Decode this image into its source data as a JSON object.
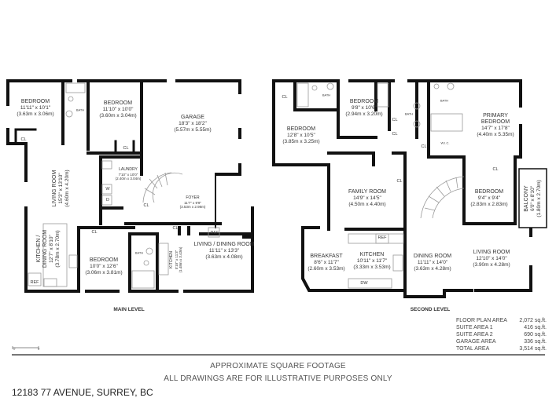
{
  "main_level": {
    "title": "MAIN LEVEL",
    "rooms": [
      {
        "name": "BEDROOM",
        "dims": "11'11\" x 10'1\"",
        "metric": "(3.63m x 3.06m)"
      },
      {
        "name": "BEDROOM",
        "dims": "11'10\" x 10'0\"",
        "metric": "(3.60m x 3.04m)"
      },
      {
        "name": "GARAGE",
        "dims": "18'3\" x 18'2\"",
        "metric": "(5.57m x 5.55m)"
      },
      {
        "name": "LAUNDRY",
        "dims": "7'10\" x 10'0\"",
        "metric": "(2.40m x 3.04m)"
      },
      {
        "name": "LIVING ROOM",
        "dims": "15'3\" x 13'10\"",
        "metric": "(4.60m x 4.20m)"
      },
      {
        "name": "FOYER",
        "dims": "11'7\" x 9'9\"",
        "metric": "(3.53m x 2.98m)"
      },
      {
        "name": "KITCHEN / DINING ROOM",
        "dims": "12'7\" x 8'10\"",
        "metric": "(3.78m x 2.70m)"
      },
      {
        "name": "BEDROOM",
        "dims": "10'0\" x 12'6\"",
        "metric": "(3.06m x 3.81m)"
      },
      {
        "name": "KITCHEN",
        "dims": "5'10\" x 11'3\"",
        "metric": "(1.48m x 3.43m)"
      },
      {
        "name": "LIVING / DINING ROOM",
        "dims": "11'11\" x 13'3\"",
        "metric": "(3.63m x 4.08m)"
      }
    ],
    "tags": {
      "closet": "CL",
      "bath": "BATH",
      "washer": "W",
      "dryer": "D",
      "fridge": "REF"
    }
  },
  "second_level": {
    "title": "SECOND LEVEL",
    "rooms": [
      {
        "name": "BEDROOM",
        "dims": "12'8\" x 10'5\"",
        "metric": "(3.85m x 3.25m)"
      },
      {
        "name": "BEDROOM",
        "dims": "9'8\" x 10'6\"",
        "metric": "(2.94m x 3.20m)"
      },
      {
        "name": "PRIMARY BEDROOM",
        "dims": "14'7\" x 17'8\"",
        "metric": "(4.40m x 5.35m)"
      },
      {
        "name": "FAMILY ROOM",
        "dims": "14'9\" x 14'5\"",
        "metric": "(4.50m x 4.40m)"
      },
      {
        "name": "BEDROOM",
        "dims": "9'4\" x 9'4\"",
        "metric": "(2.83m x 2.83m)"
      },
      {
        "name": "BALCONY",
        "dims": "6'0\" x 8'10\"",
        "metric": "(1.80m x 2.70m)"
      },
      {
        "name": "BREAKFAST",
        "dims": "8'6\" x 11'7\"",
        "metric": "(2.60m x 3.53m)"
      },
      {
        "name": "KITCHEN",
        "dims": "10'11\" x 11'7\"",
        "metric": "(3.33m x 3.53m)"
      },
      {
        "name": "DINING ROOM",
        "dims": "11'11\" x 14'0\"",
        "metric": "(3.63m x 4.28m)"
      },
      {
        "name": "LIVING ROOM",
        "dims": "12'10\" x 14'0\"",
        "metric": "(3.90m x 4.28m)"
      }
    ],
    "tags": {
      "closet": "CL",
      "bath": "BATH",
      "wic": "W.I.C.",
      "fridge": "REF",
      "dishwasher": "DW"
    }
  },
  "areas": [
    {
      "label": "FLOOR PLAN AREA",
      "value": "2,072 sq.ft."
    },
    {
      "label": "SUITE AREA 1",
      "value": "416 sq.ft."
    },
    {
      "label": "SUITE AREA 2",
      "value": "690 sq.ft."
    },
    {
      "label": "GARAGE AREA",
      "value": "336 sq.ft."
    },
    {
      "label": "TOTAL AREA",
      "value": "3,514 sq.ft."
    }
  ],
  "scale": {
    "start": "0'",
    "end": "5'"
  },
  "footer": {
    "line1": "APPROXIMATE SQUARE FOOTAGE",
    "line2": "ALL DRAWINGS ARE FOR ILLUSTRATIVE PURPOSES ONLY",
    "address": "12183 77 AVENUE, SURREY, BC"
  },
  "colors": {
    "wall": "#111111",
    "fixture": "#999999",
    "text": "#333333"
  }
}
